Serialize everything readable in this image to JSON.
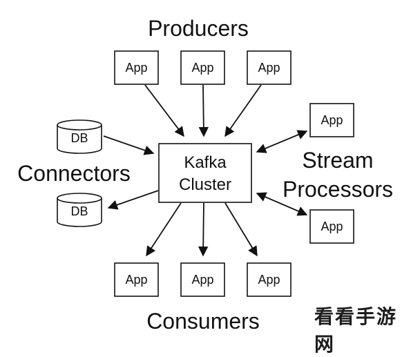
{
  "labels": {
    "producers": "Producers",
    "consumers": "Consumers",
    "connectors": "Connectors",
    "stream_line1": "Stream",
    "stream_line2": "Processors",
    "kafka_line1": "Kafka",
    "kafka_line2": "Cluster"
  },
  "nodes": {
    "app": "App",
    "db": "DB"
  },
  "watermark": "看看手游网",
  "colors": {
    "stroke": "#111111",
    "background": "#ffffff"
  }
}
